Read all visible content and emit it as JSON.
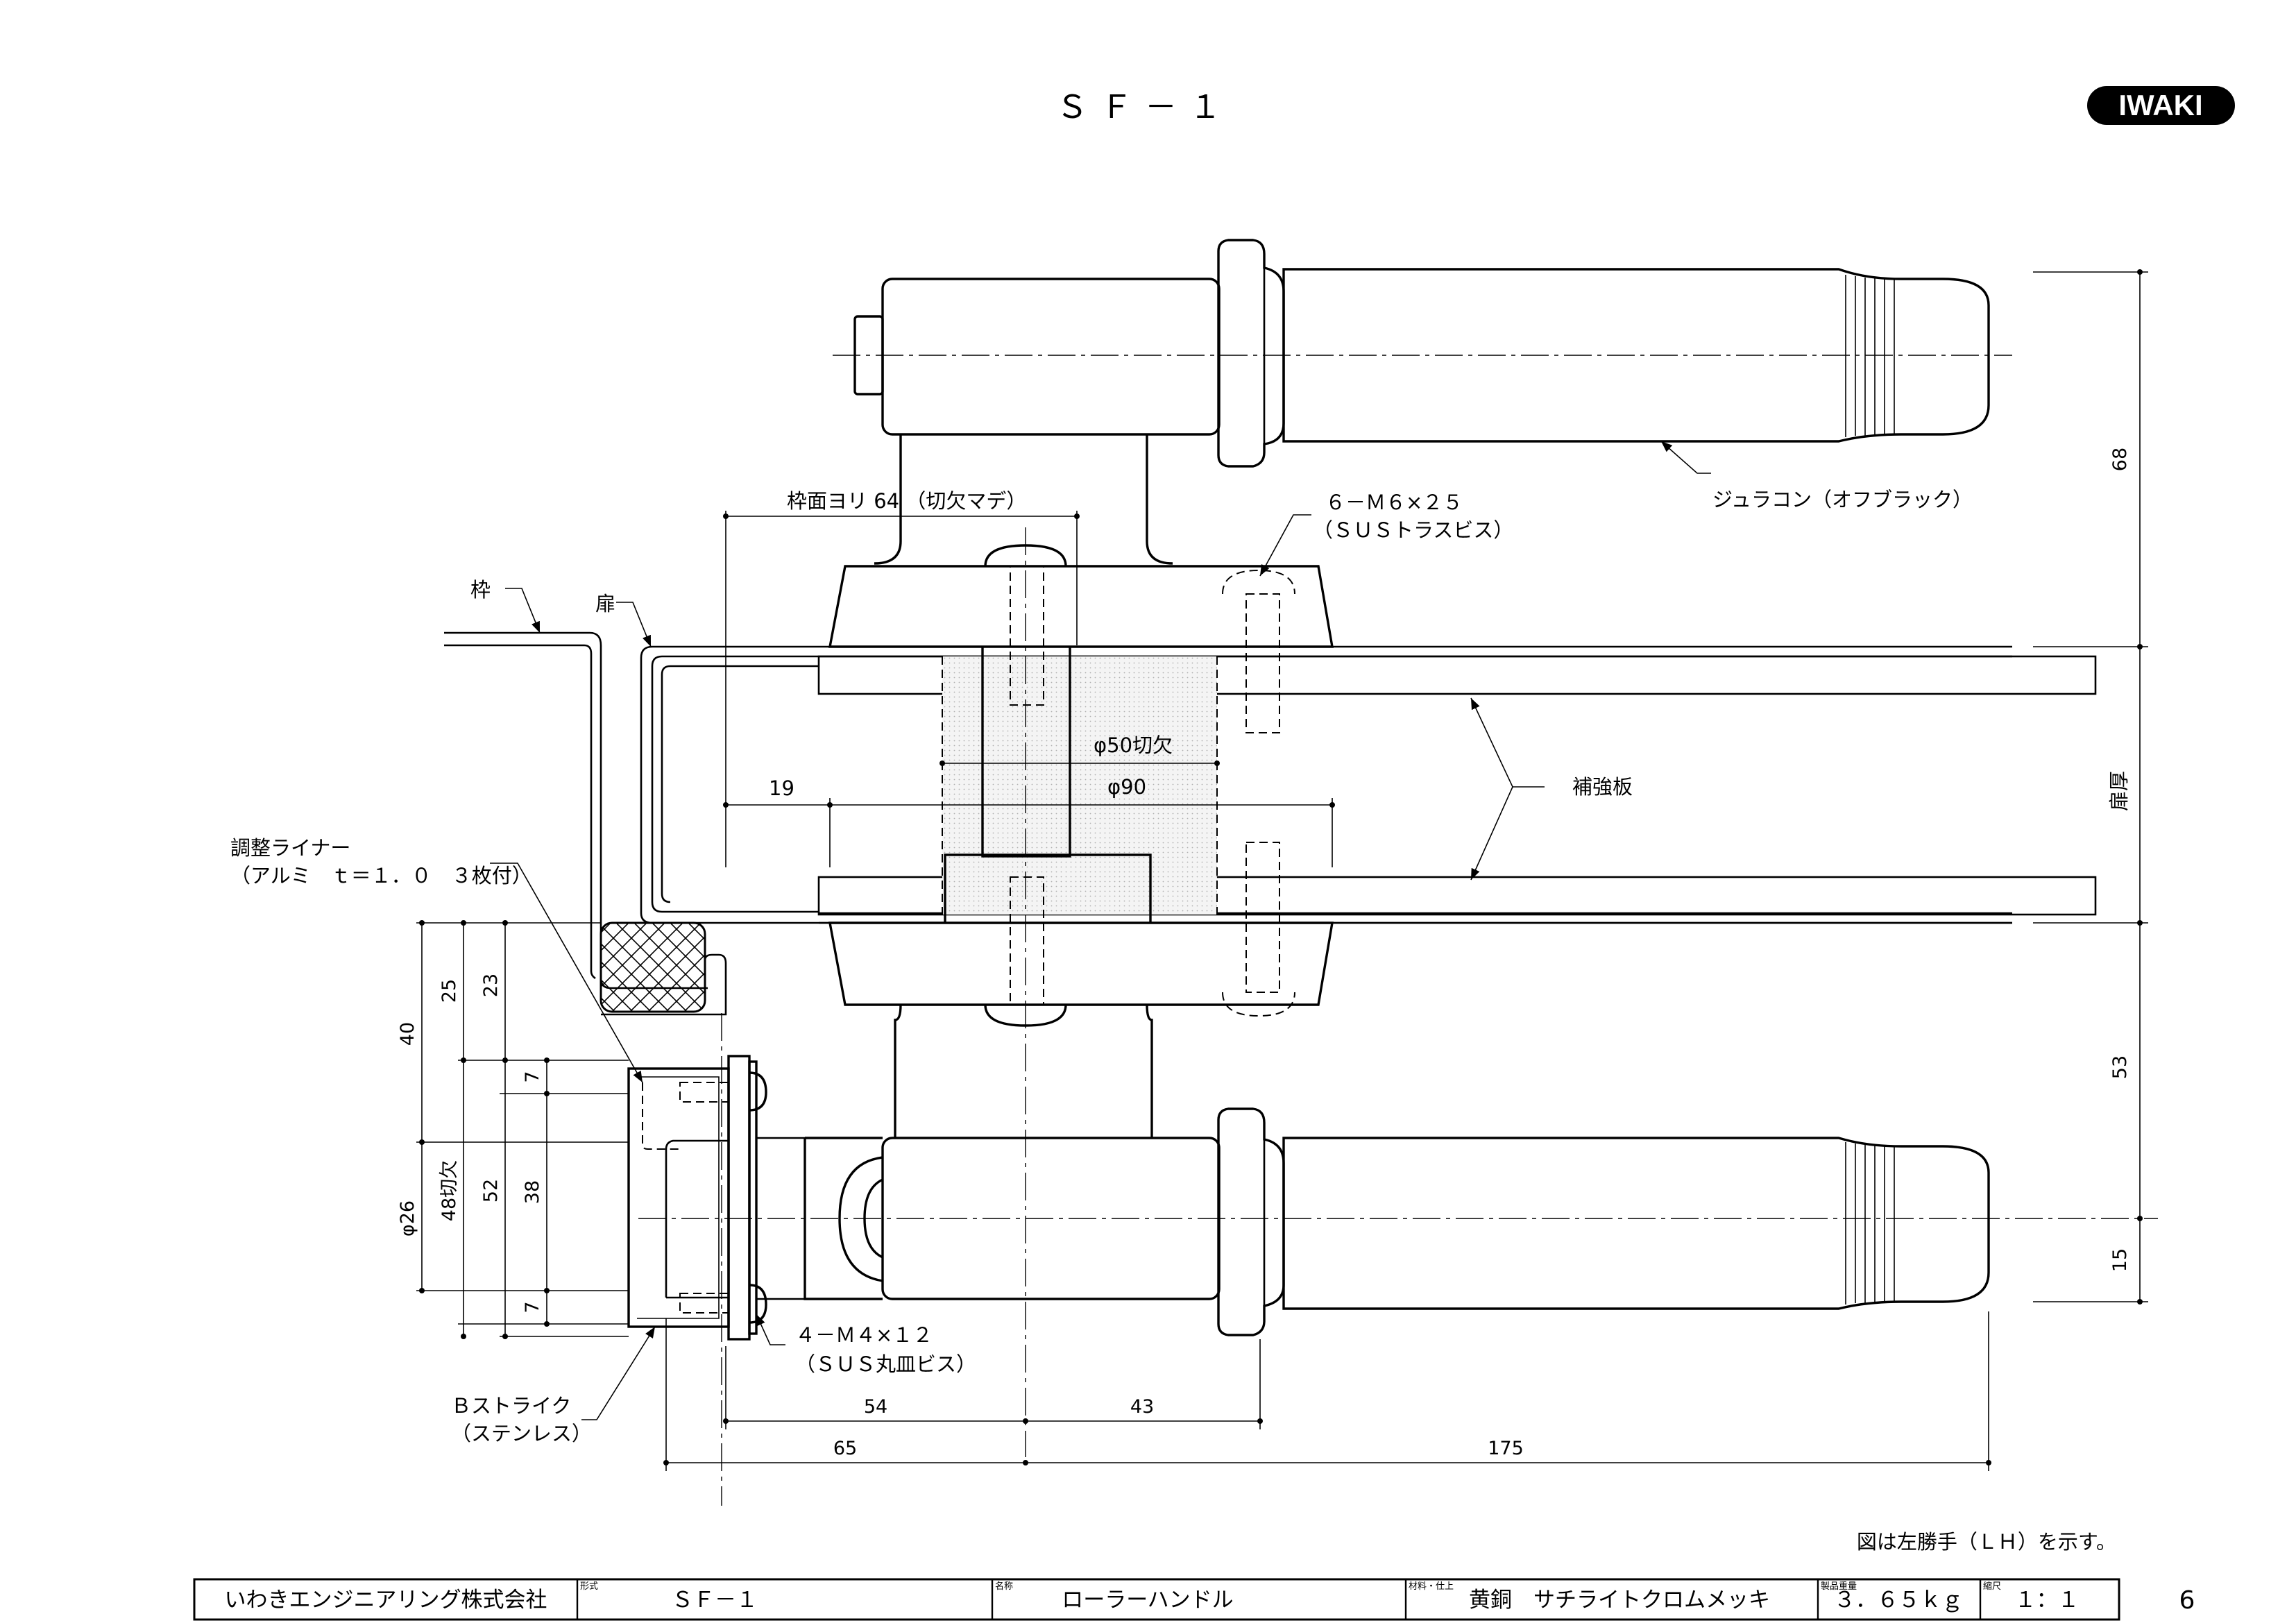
{
  "header": {
    "title": "ＳＦ－１",
    "logo": "IWAKI"
  },
  "colors": {
    "line": "#000000",
    "background": "#ffffff",
    "grip_fill": "#e9e9e9",
    "cut_fill": "#f1f1f1"
  },
  "labels": {
    "material_grip": "ジュラコン（オフブラック）",
    "screw_top_1": "６－Ｍ６×２５",
    "screw_top_2": "（ＳＵＳトラスビス）",
    "frame_note": "枠面ヨリ 64 （切欠マデ）",
    "waku": "枠",
    "tobira": "扉",
    "phi50": "φ50切欠",
    "phi90": "φ90",
    "dim19": "19",
    "hokyoban": "補強板",
    "liner_1": "調整ライナー",
    "liner_2": "（アルミ　ｔ＝１．０　３枚付）",
    "screw_bot_1": "４－Ｍ４×１２",
    "screw_bot_2": "（ＳＵＳ丸皿ビス）",
    "strike_1": "Ｂストライク",
    "strike_2": "（ステンレス）",
    "door_thickness": "扉厚",
    "lh_note": "図は左勝手（ＬＨ）を示す。"
  },
  "dimensions": {
    "d68": "68",
    "d53": "53",
    "d15": "15",
    "d40": "40",
    "d25": "25",
    "d23": "23",
    "d7a": "7",
    "d7b": "7",
    "d52": "52",
    "d38": "38",
    "phi26": "φ26",
    "cut48": "48切欠",
    "d54": "54",
    "d43": "43",
    "d65": "65",
    "d175": "175"
  },
  "title_block": {
    "company": "いわきエンジニアリング株式会社",
    "model_caption": "形式",
    "model": "ＳＦ－１",
    "name_caption": "名称",
    "name": "ローラーハンドル",
    "material_caption": "材料・仕上",
    "material": "黄銅　サチライトクロムメッキ",
    "weight_caption": "製品重量",
    "weight": "３．６５ｋｇ",
    "scale_caption": "縮尺",
    "scale": "１：１",
    "page": "6"
  }
}
